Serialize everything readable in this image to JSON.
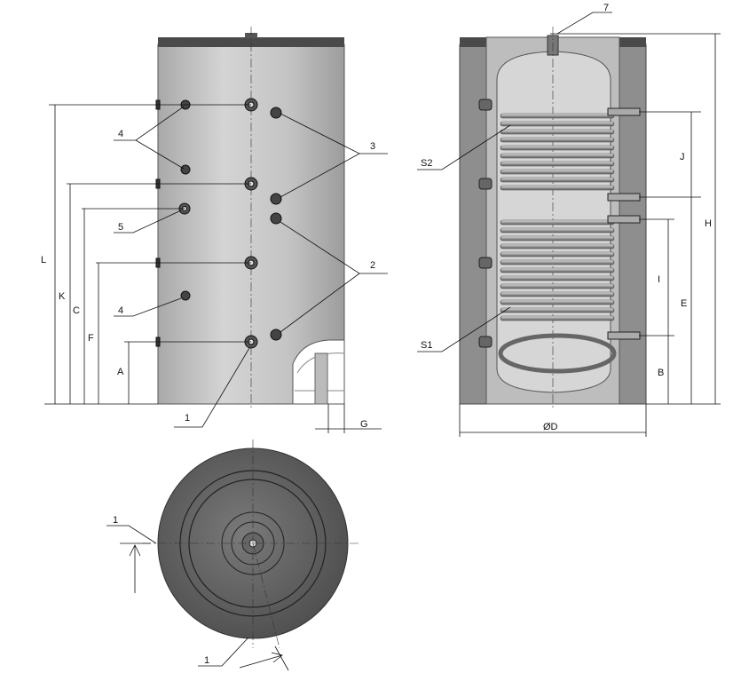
{
  "front_view": {
    "callouts": {
      "c4_top": "4",
      "c3": "3",
      "c5": "5",
      "c2": "2",
      "c4_bottom": "4",
      "c1": "1"
    },
    "dimensions": {
      "L": "L",
      "K": "K",
      "C": "C",
      "F": "F",
      "A": "A",
      "G": "G"
    }
  },
  "section_view": {
    "callouts": {
      "c7": "7",
      "S2": "S2",
      "S1": "S1"
    },
    "dimensions": {
      "J": "J",
      "H": "H",
      "I": "I",
      "E": "E",
      "B": "B",
      "D": "ØD"
    }
  },
  "top_view": {
    "callouts": {
      "c1_left": "1",
      "c1_bottom": "1"
    }
  },
  "colors": {
    "tank": "#c8c8c8",
    "cap": "#4a4a4a",
    "top_view": "#6e6e6e",
    "line": "#111111"
  }
}
